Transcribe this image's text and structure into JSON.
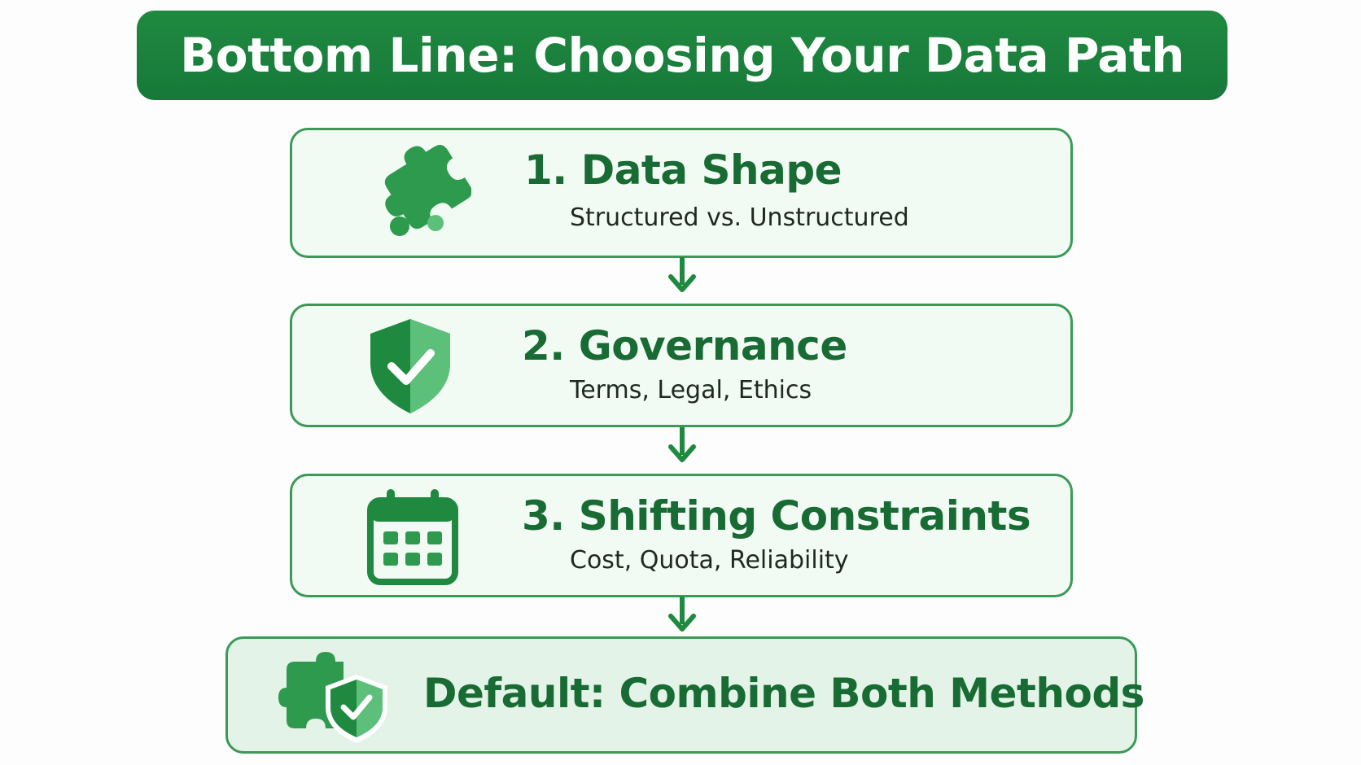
{
  "title": "Bottom Line: Choosing Your Data Path",
  "steps": [
    {
      "number_title": "1. Data Shape",
      "subtitle": "Structured vs. Unstructured",
      "icon": "puzzle-icon"
    },
    {
      "number_title": "2. Governance",
      "subtitle": "Terms, Legal, Ethics",
      "icon": "shield-check-icon"
    },
    {
      "number_title": "3. Shifting Constraints",
      "subtitle": "Cost, Quota, Reliability",
      "icon": "calendar-icon"
    }
  ],
  "default": {
    "label": "Default: Combine Both Methods",
    "icon": "puzzle-shield-icon"
  },
  "colors": {
    "banner": "#1f8a3f",
    "accent_dark": "#176b33",
    "border": "#3a9a58",
    "box_fill": "#f2faf4",
    "icon_green": "#2e9a4e",
    "icon_light": "#5cc07a"
  }
}
